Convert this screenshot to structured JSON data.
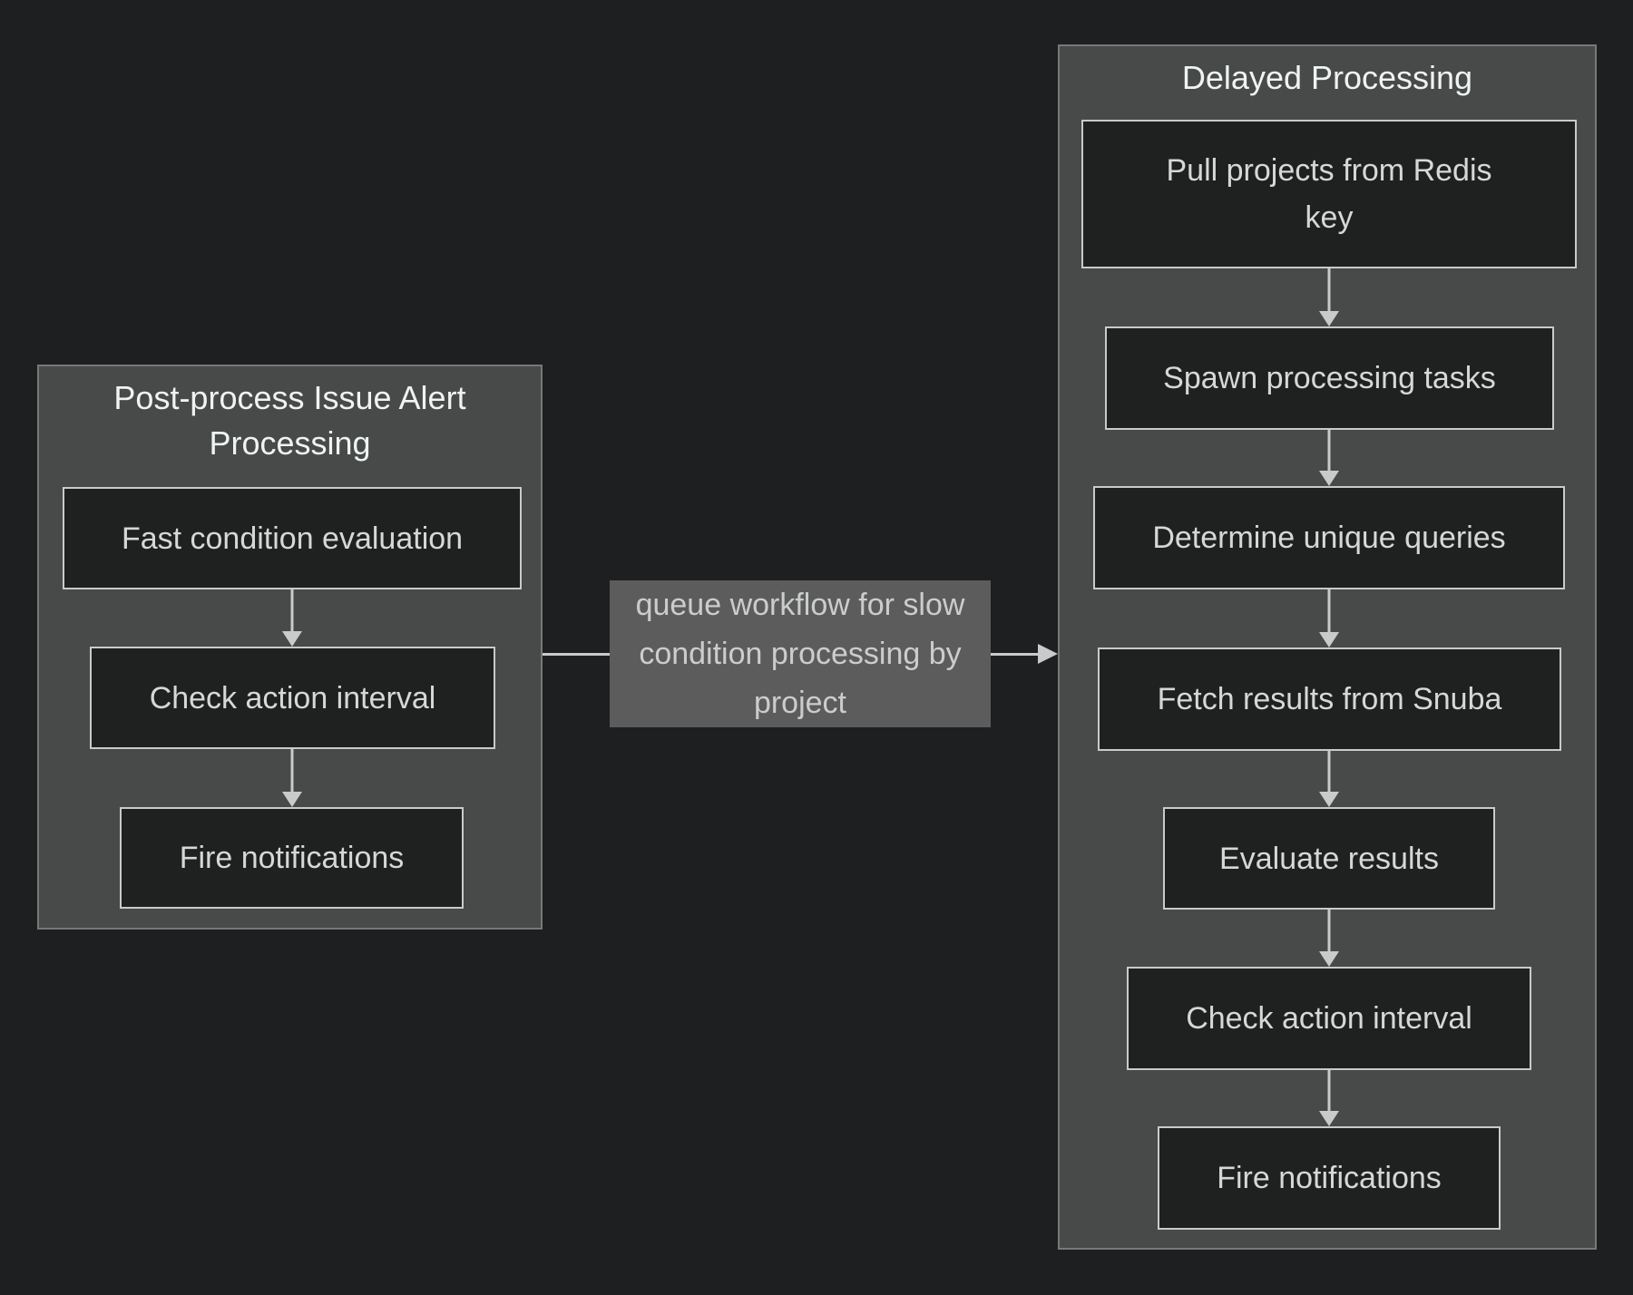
{
  "diagram_type": "flowchart",
  "clusters": [
    {
      "title": "Post-process Issue Alert\nProcessing",
      "nodes": [
        {
          "label": "Fast condition evaluation"
        },
        {
          "label": "Check action interval"
        },
        {
          "label": "Fire notifications"
        }
      ]
    },
    {
      "title": "Delayed Processing",
      "nodes": [
        {
          "label": "Pull projects from Redis\nkey"
        },
        {
          "label": "Spawn processing tasks"
        },
        {
          "label": "Determine unique queries"
        },
        {
          "label": "Fetch results from Snuba"
        },
        {
          "label": "Evaluate results"
        },
        {
          "label": "Check action interval"
        },
        {
          "label": "Fire notifications"
        }
      ]
    }
  ],
  "edges": [
    {
      "from": "Fast condition evaluation",
      "to": "Check action interval",
      "cluster": "Post-process Issue Alert Processing"
    },
    {
      "from": "Check action interval",
      "to": "Fire notifications",
      "cluster": "Post-process Issue Alert Processing"
    },
    {
      "from": "Pull projects from Redis key",
      "to": "Spawn processing tasks",
      "cluster": "Delayed Processing"
    },
    {
      "from": "Spawn processing tasks",
      "to": "Determine unique queries",
      "cluster": "Delayed Processing"
    },
    {
      "from": "Determine unique queries",
      "to": "Fetch results from Snuba",
      "cluster": "Delayed Processing"
    },
    {
      "from": "Fetch results from Snuba",
      "to": "Evaluate results",
      "cluster": "Delayed Processing"
    },
    {
      "from": "Evaluate results",
      "to": "Check action interval",
      "cluster": "Delayed Processing"
    },
    {
      "from": "Check action interval",
      "to": "Fire notifications",
      "cluster": "Delayed Processing"
    }
  ],
  "link": {
    "from_cluster": "Post-process Issue Alert Processing",
    "to_cluster": "Delayed Processing",
    "label": "queue workflow for slow\ncondition processing by\nproject"
  },
  "colors": {
    "page_background": "#1e1f20",
    "cluster_fill": "#484a4a",
    "cluster_border": "#777979",
    "node_fill": "#1f2020",
    "node_border": "#c9cbcb",
    "node_text": "#d6d8d8",
    "cluster_title_text": "#eff3f2",
    "edge_color": "#c9cbcb",
    "edge_label_background": "#5c5c5c",
    "edge_label_text": "#cbcdcd"
  }
}
